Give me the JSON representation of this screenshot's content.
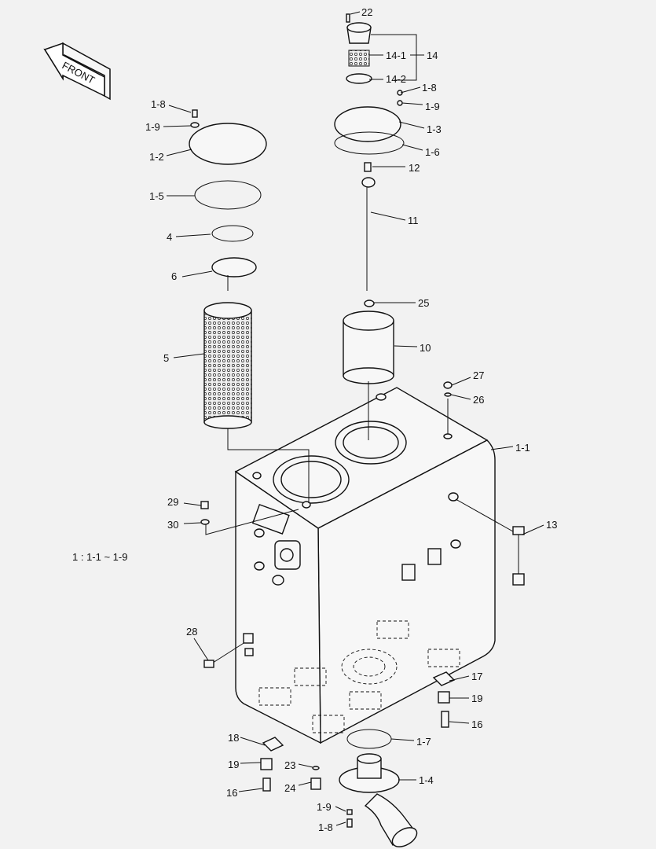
{
  "front_arrow": {
    "label": "FRONT"
  },
  "note": "1 : 1-1 ~ 1-9",
  "callouts": {
    "c22": "22",
    "c14_1": "14-1",
    "c14": "14",
    "c14_2": "14-2",
    "c1_8a": "1-8",
    "c1_9a": "1-9",
    "c1_3": "1-3",
    "c1_6": "1-6",
    "c12": "12",
    "c11": "11",
    "c25": "25",
    "c10": "10",
    "c27": "27",
    "c26": "26",
    "c1_1": "1-1",
    "c13": "13",
    "c17": "17",
    "c19a": "19",
    "c16a": "16",
    "c1_7": "1-7",
    "c1_4": "1-4",
    "c1_9b": "1-9",
    "c1_8b": "1-8",
    "c24": "24",
    "c23": "23",
    "c16b": "16",
    "c19b": "19",
    "c18": "18",
    "c28": "28",
    "c29": "29",
    "c30": "30",
    "c1_8c": "1-8",
    "c1_9c": "1-9",
    "c1_2": "1-2",
    "c1_5": "1-5",
    "c4": "4",
    "c6": "6",
    "c5": "5"
  }
}
